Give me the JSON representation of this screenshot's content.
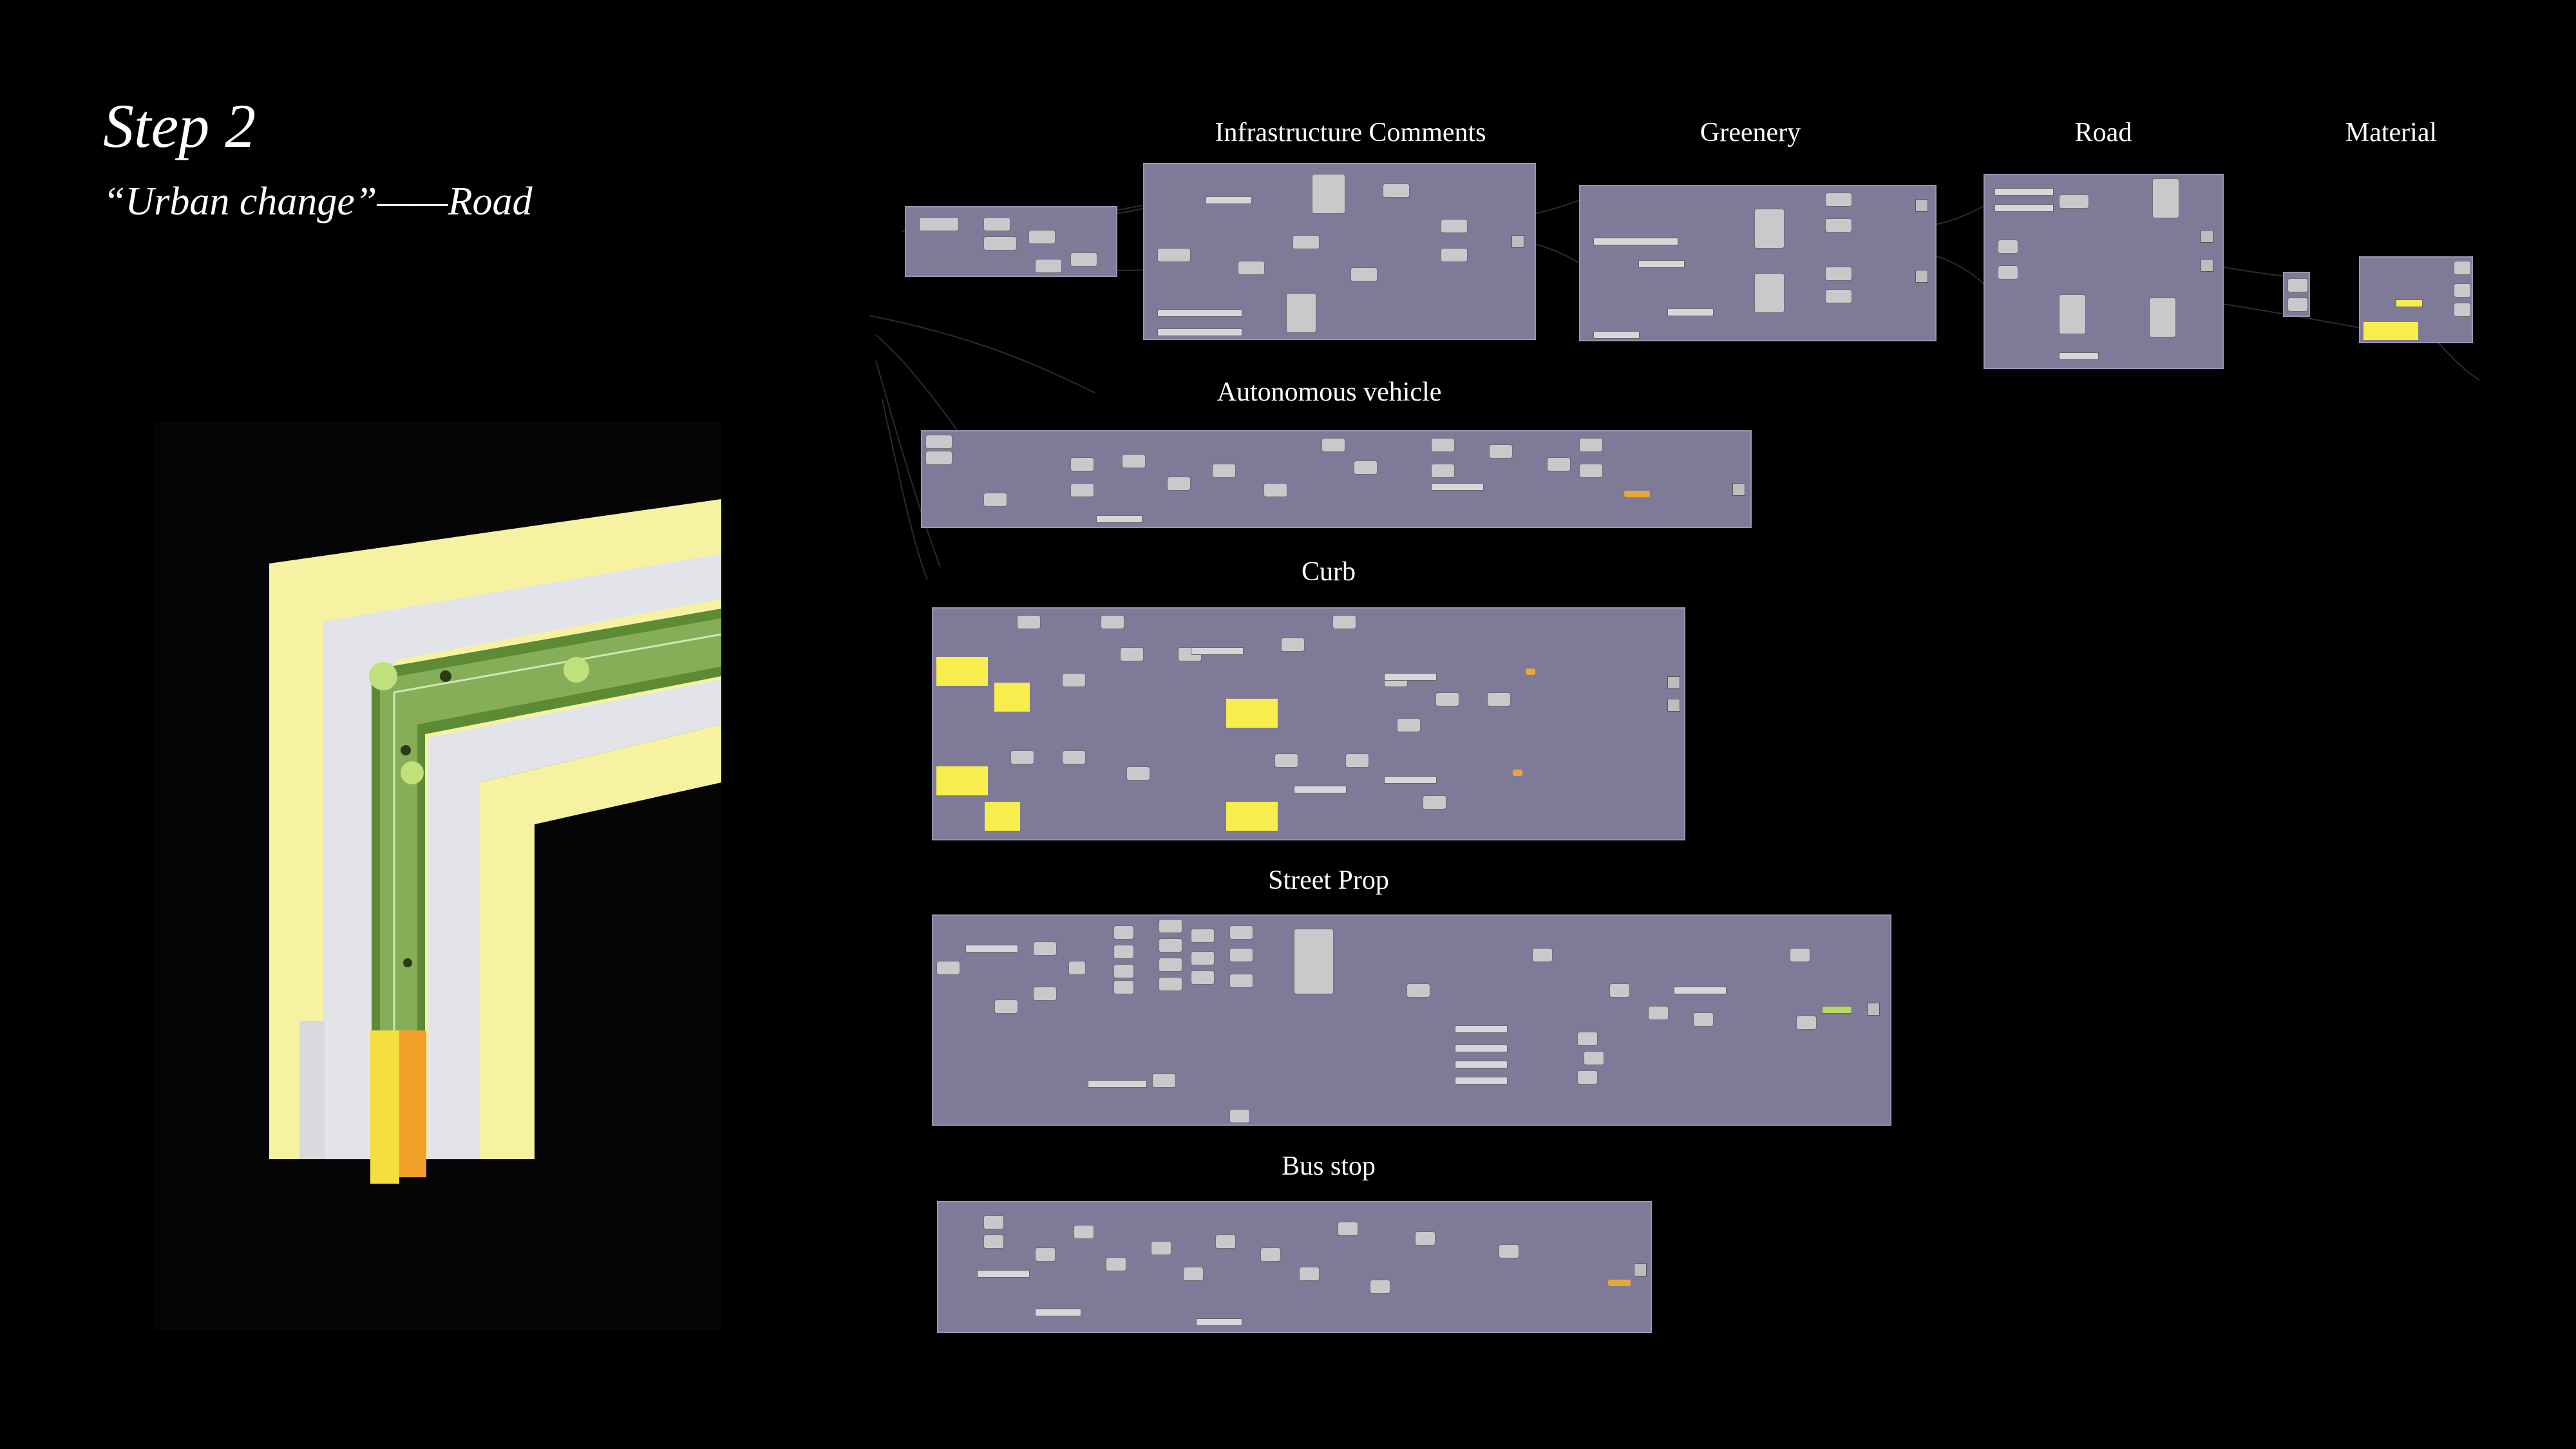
{
  "heading": {
    "step": "Step 2",
    "subtitle": "“Urban change”——Road"
  },
  "group_labels": {
    "infrastructure": "Infrastructure Comments",
    "greenery": "Greenery",
    "road": "Road",
    "material": "Material",
    "autonomous": "Autonomous vehicle",
    "curb": "Curb",
    "street_prop": "Street Prop",
    "bus_stop": "Bus stop"
  },
  "colors": {
    "canvas": "#7e7a97",
    "node": "#c9c9cc",
    "note": "#f7ee4e",
    "road_yellow": "#f6f2a2",
    "sidewalk": "#e3e4ea",
    "greenery": "#5d8a35"
  }
}
